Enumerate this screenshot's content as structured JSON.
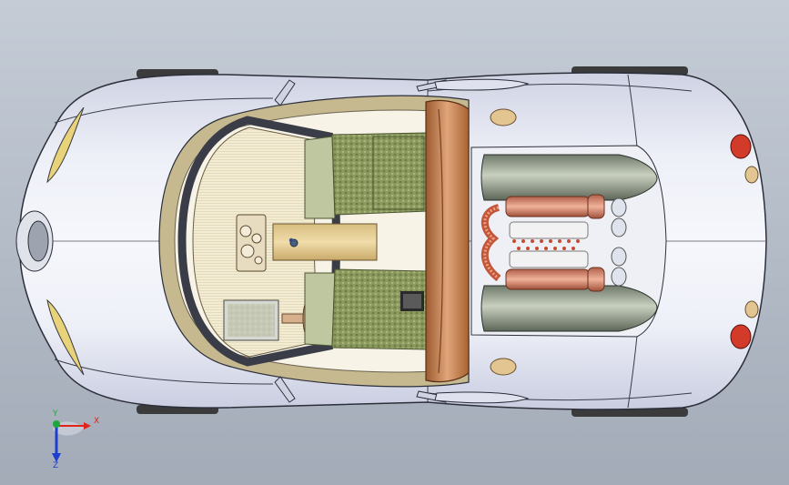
{
  "view": {
    "background_top": "#c5ccd6",
    "background_bottom": "#a3abb8",
    "body_color": "#e3e6f1",
    "interior_color": "#f3ecd5",
    "seat_color": "#8a9a5e",
    "firewall_color": "#c98a5c",
    "exhaust_color": "#d58a6c",
    "taillight_color": "#d23a2a"
  },
  "triad": {
    "x_label": "X",
    "y_label": "Y",
    "z_label": "Z",
    "x_color": "#e0241c",
    "y_color": "#1ea83c",
    "z_color": "#1d3fd0"
  }
}
